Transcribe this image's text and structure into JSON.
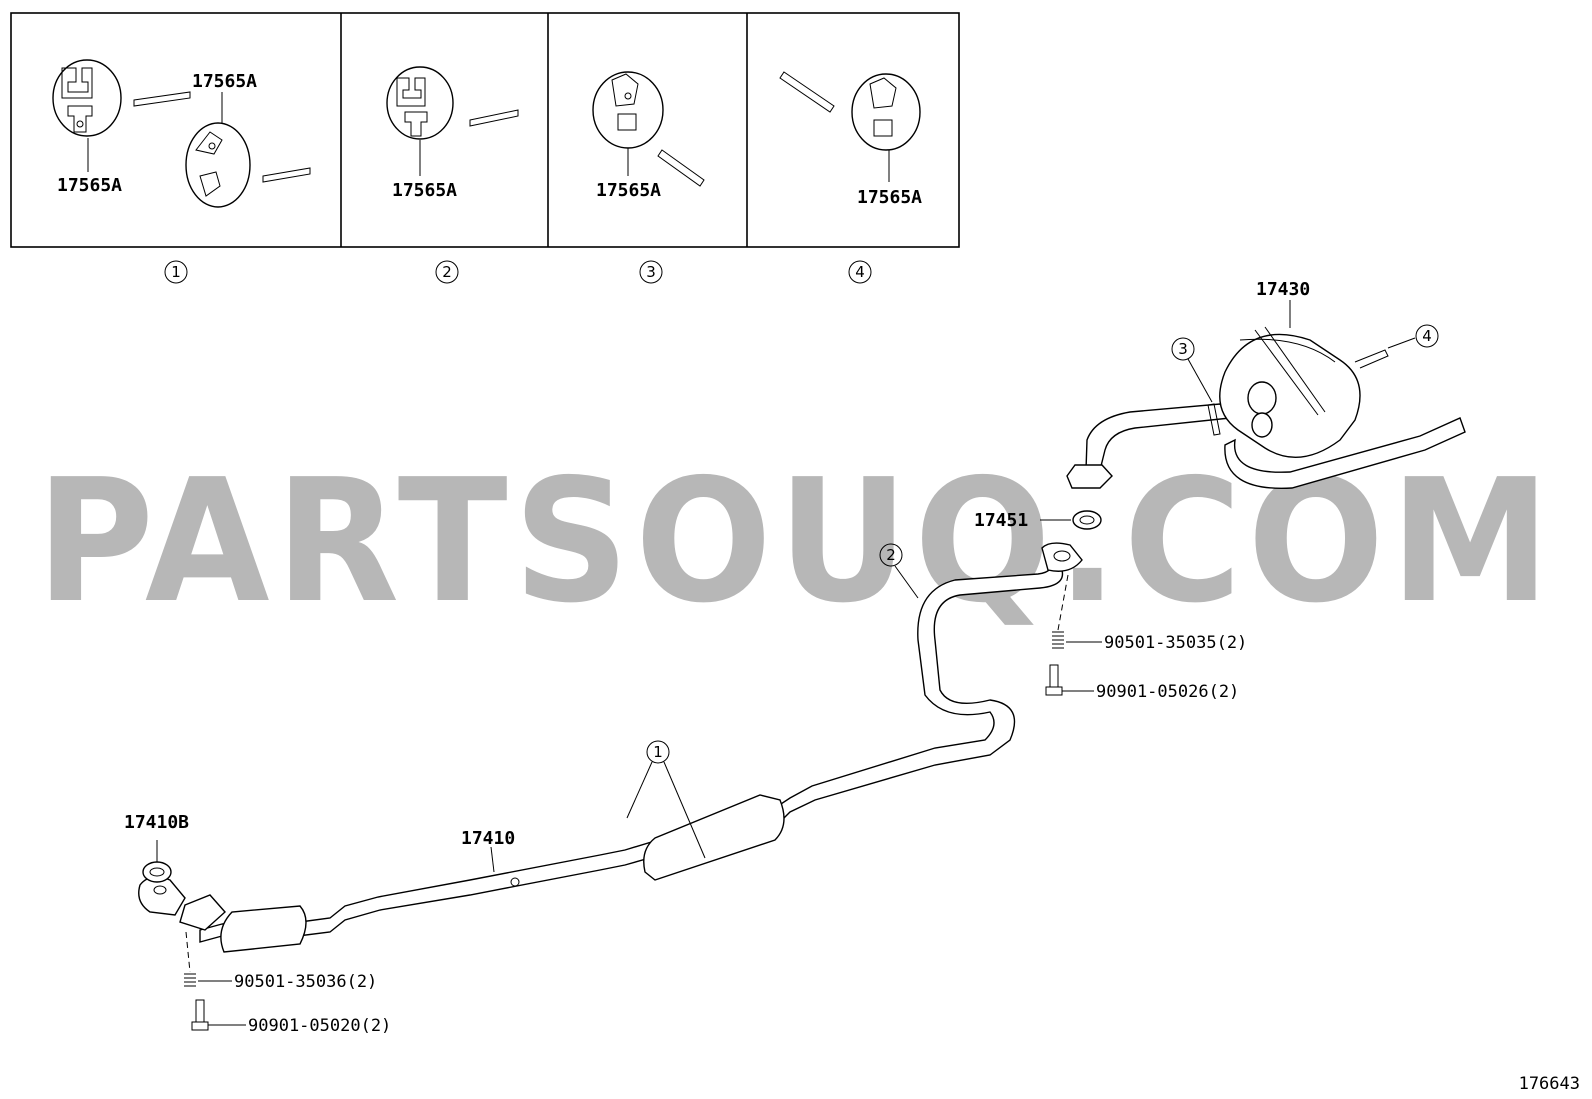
{
  "watermark": "PARTSOUQ.COM",
  "diagram_id": "176643",
  "detail_boxes": [
    {
      "number": "1",
      "labels": [
        "17565A",
        "17565A"
      ]
    },
    {
      "number": "2",
      "labels": [
        "17565A"
      ]
    },
    {
      "number": "3",
      "labels": [
        "17565A"
      ]
    },
    {
      "number": "4",
      "labels": [
        "17565A"
      ]
    }
  ],
  "parts": {
    "muffler": "17430",
    "gasket_rear": "17451",
    "spring_rear": "90501-35035(2)",
    "bolt_rear": "90901-05026(2)",
    "gasket_front": "17410B",
    "front_pipe": "17410",
    "spring_front": "90501-35036(2)",
    "bolt_front": "90901-05020(2)"
  },
  "callouts": {
    "c1": "1",
    "c2": "2",
    "c3": "3",
    "c4": "4"
  }
}
